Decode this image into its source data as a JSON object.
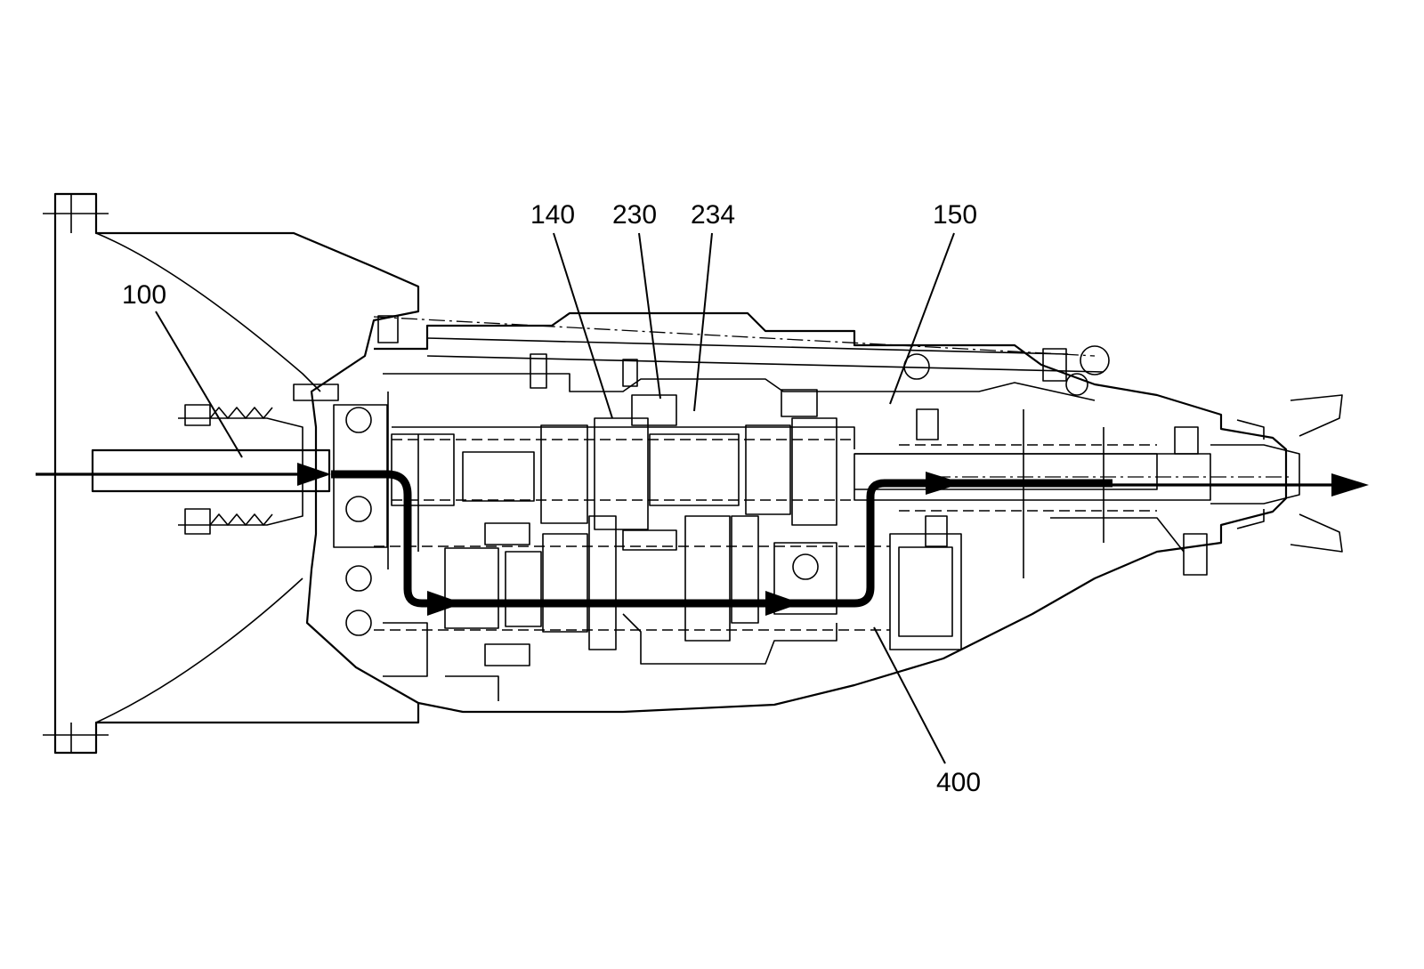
{
  "reference_labels": [
    {
      "id": "100",
      "text": "100"
    },
    {
      "id": "140",
      "text": "140"
    },
    {
      "id": "230",
      "text": "230"
    },
    {
      "id": "234",
      "text": "234"
    },
    {
      "id": "150",
      "text": "150"
    },
    {
      "id": "400",
      "text": "400"
    }
  ]
}
